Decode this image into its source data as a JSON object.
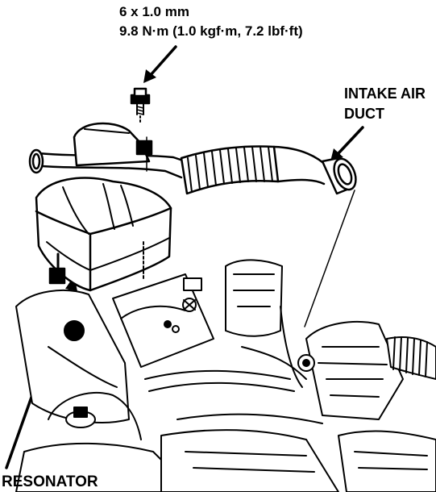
{
  "labels": {
    "bolt_spec_line1": "6 x 1.0 mm",
    "bolt_spec_line2": "9.8 N·m (1.0 kgf·m, 7.2 lbf·ft)",
    "intake_line1": "INTAKE AIR",
    "intake_line2": "DUCT",
    "resonator": "RESONATOR"
  },
  "colors": {
    "ink": "#000000",
    "paper": "#ffffff"
  }
}
